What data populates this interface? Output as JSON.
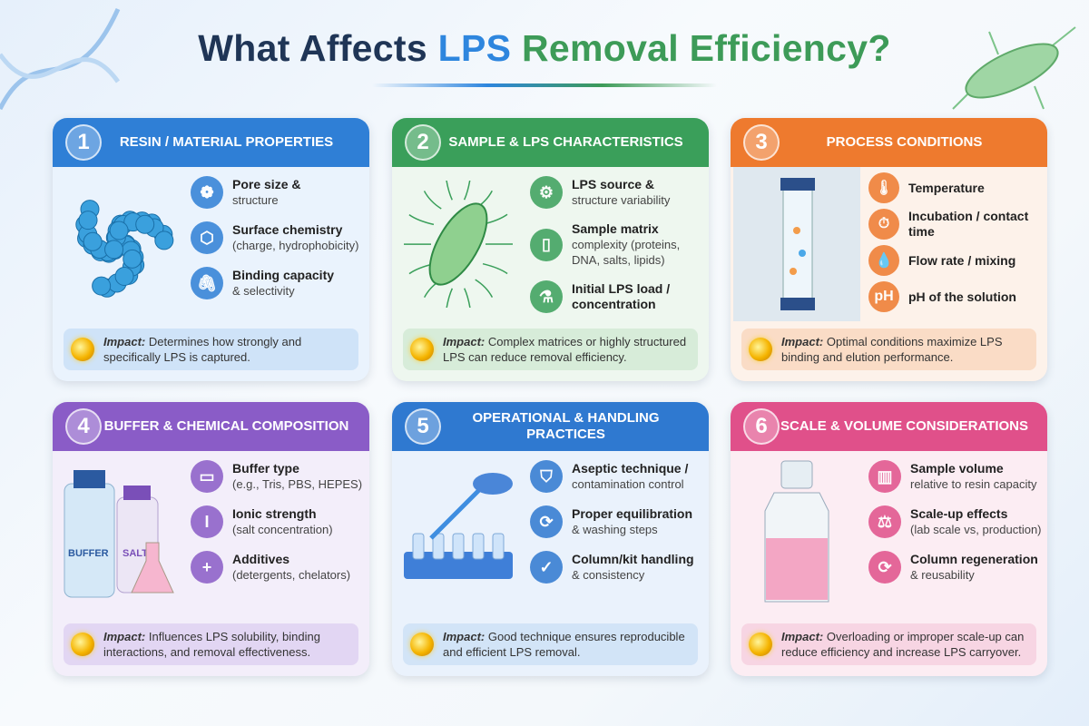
{
  "title": {
    "part1": "What Affects ",
    "part2": "LPS",
    "part3": " Removal Efficiency?"
  },
  "cards": [
    {
      "number": "1",
      "heading": "Resin / Material Properties",
      "color": "#2f7fd6",
      "tint": "#eaf3fd",
      "impactBg": "#cfe3f8",
      "items": [
        {
          "icon": "pore-icon",
          "glyph": "❁",
          "title": "Pore size &",
          "sub": "structure"
        },
        {
          "icon": "hexagon-icon",
          "glyph": "⬡",
          "title": "Surface chemistry",
          "sub": "(charge, hydrophobicity)"
        },
        {
          "icon": "paperclip-icon",
          "glyph": "🖇",
          "title": "Binding capacity",
          "sub": "& selectivity"
        }
      ],
      "impact_label": "Impact:",
      "impact": "Determines how strongly and specifically LPS is captured."
    },
    {
      "number": "2",
      "heading": "Sample & LPS Characteristics",
      "color": "#3a9f5a",
      "tint": "#eef7ef",
      "impactBg": "#d7ecd9",
      "items": [
        {
          "icon": "gear-icon",
          "glyph": "⚙",
          "title": "LPS source &",
          "sub": "structure variability"
        },
        {
          "icon": "test-tube-icon",
          "glyph": "▯",
          "title": "Sample matrix",
          "sub": "complexity (proteins, DNA, salts, lipids)"
        },
        {
          "icon": "flask-icon",
          "glyph": "⚗",
          "title": "Initial LPS load / concentration",
          "sub": ""
        }
      ],
      "impact_label": "Impact:",
      "impact": "Complex matrices or highly structured LPS can reduce removal efficiency."
    },
    {
      "number": "3",
      "heading": "Process Conditions",
      "color": "#ee7a2e",
      "tint": "#fdf2ea",
      "impactBg": "#fadcc6",
      "items": [
        {
          "icon": "thermometer-icon",
          "glyph": "🌡",
          "title": "Temperature",
          "sub": ""
        },
        {
          "icon": "timer-icon",
          "glyph": "⏱",
          "title": "Incubation / contact time",
          "sub": ""
        },
        {
          "icon": "droplet-icon",
          "glyph": "💧",
          "title": "Flow rate / mixing",
          "sub": ""
        },
        {
          "icon": "ph-icon",
          "glyph": "pH",
          "title": "pH of the solution",
          "sub": ""
        }
      ],
      "impact_label": "Impact:",
      "impact": "Optimal conditions maximize LPS binding and elution performance."
    },
    {
      "number": "4",
      "heading": "Buffer & Chemical Composition",
      "color": "#8a5cc7",
      "tint": "#f3eefa",
      "impactBg": "#e2d6f3",
      "items": [
        {
          "icon": "folder-icon",
          "glyph": "▭",
          "title": "Buffer type",
          "sub": "(e.g., Tris, PBS, HEPES)"
        },
        {
          "icon": "ionic-icon",
          "glyph": "I",
          "title": "Ionic strength",
          "sub": "(salt concentration)"
        },
        {
          "icon": "plus-icon",
          "glyph": "+",
          "title": "Additives",
          "sub": "(detergents, chelators)"
        }
      ],
      "bottle_labels": [
        "BUFFER",
        "SALT"
      ],
      "impact_label": "Impact:",
      "impact": "Influences LPS solubility, binding interactions, and removal effectiveness."
    },
    {
      "number": "5",
      "heading": "Operational & Handling Practices",
      "color": "#2f79d0",
      "tint": "#eaf2fc",
      "impactBg": "#d2e4f7",
      "items": [
        {
          "icon": "shield-icon",
          "glyph": "⛉",
          "title": "Aseptic technique /",
          "sub": "contamination control"
        },
        {
          "icon": "refresh-icon",
          "glyph": "⟳",
          "title": "Proper equilibration",
          "sub": "& washing steps"
        },
        {
          "icon": "check-icon",
          "glyph": "✓",
          "title": "Column/kit handling",
          "sub": "& consistency"
        }
      ],
      "impact_label": "Impact:",
      "impact": "Good technique ensures reproducible and efficient LPS removal."
    },
    {
      "number": "6",
      "heading": "Scale & Volume Considerations",
      "color": "#e0508a",
      "tint": "#fcedf3",
      "impactBg": "#f7d5e3",
      "items": [
        {
          "icon": "graduated-cylinder-icon",
          "glyph": "▥",
          "title": "Sample volume",
          "sub": "relative to resin capacity"
        },
        {
          "icon": "scale-icon",
          "glyph": "⚖",
          "title": "Scale-up effects",
          "sub": "(lab scale vs, production)"
        },
        {
          "icon": "refresh-icon",
          "glyph": "⟳",
          "title": "Column regeneration",
          "sub": "& reusability"
        }
      ],
      "impact_label": "Impact:",
      "impact": "Overloading or improper scale-up can reduce efficiency and increase LPS carryover."
    }
  ]
}
